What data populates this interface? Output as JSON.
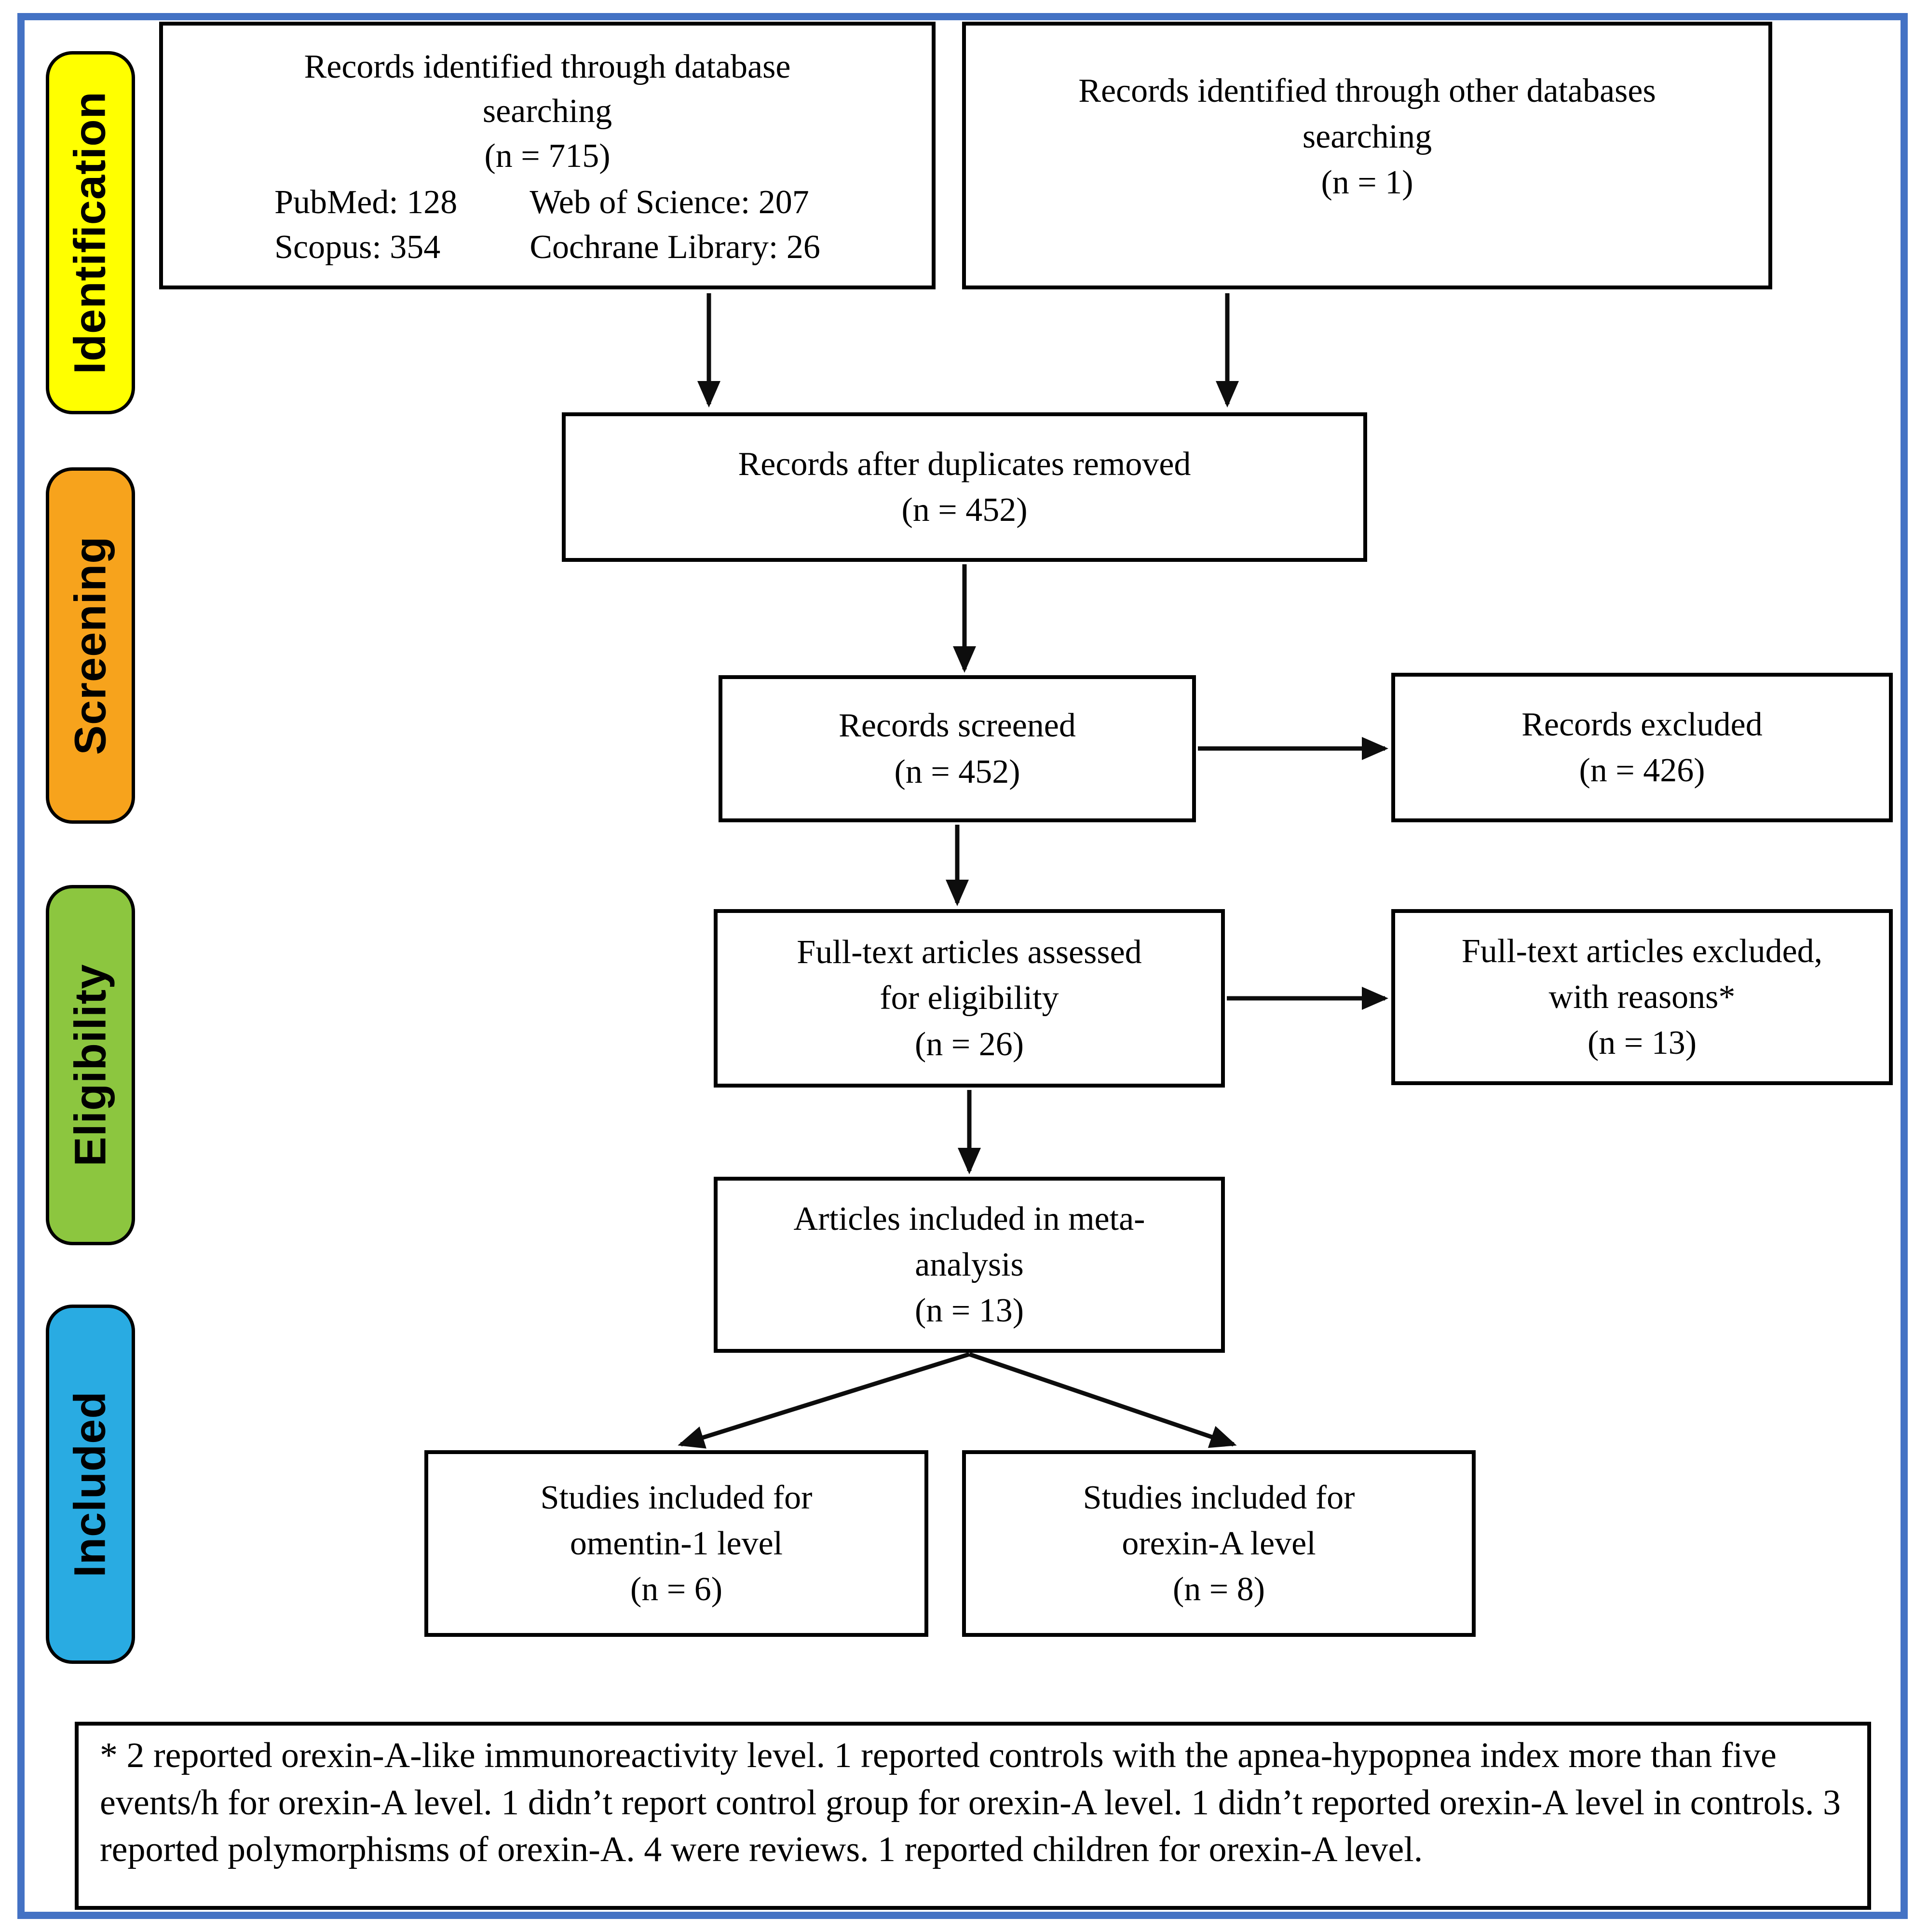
{
  "figure": {
    "type": "PRISMA flow diagram",
    "frame_color": "#4472C4",
    "box_border_color": "#000000",
    "stages": [
      {
        "label": "Identification",
        "color": "#FFFF00"
      },
      {
        "label": "Screening",
        "color": "#F7A31C"
      },
      {
        "label": "Eligibility",
        "color": "#8CC63F"
      },
      {
        "label": "Included",
        "color": "#29ABE2"
      }
    ],
    "boxes": {
      "db_search": {
        "lines": [
          "Records identified through database",
          "searching",
          "(n = 715)"
        ],
        "sources": [
          [
            "PubMed: 128",
            "Web of Science: 207"
          ],
          [
            "Scopus: 354",
            "Cochrane Library: 26"
          ]
        ]
      },
      "other_search": {
        "lines": [
          "Records identified through other databases",
          "searching",
          "(n = 1)"
        ]
      },
      "duplicates_removed": {
        "lines": [
          "Records after duplicates removed",
          "(n = 452)"
        ]
      },
      "screened": {
        "lines": [
          "Records screened",
          "(n = 452)"
        ]
      },
      "excluded": {
        "lines": [
          "Records excluded",
          "(n = 426)"
        ]
      },
      "fulltext_assessed": {
        "lines": [
          "Full-text articles assessed",
          "for eligibility",
          "(n = 26)"
        ]
      },
      "fulltext_excluded": {
        "lines": [
          "Full-text articles excluded,",
          "with reasons*",
          "(n = 13)"
        ]
      },
      "meta_analysis": {
        "lines": [
          "Articles included in meta-",
          "analysis",
          "(n = 13)"
        ]
      },
      "omentin": {
        "lines": [
          "Studies included for",
          "omentin-1 level",
          "(n = 6)"
        ]
      },
      "orexin": {
        "lines": [
          "Studies included for",
          "orexin-A level",
          "(n = 8)"
        ]
      }
    },
    "footnote": "* 2 reported orexin-A-like immunoreactivity level. 1 reported controls with the apnea-hypopnea index more than five events/h for orexin-A level. 1 didn’t report control group for orexin-A level. 1 didn’t reported orexin-A level in controls. 3 reported polymorphisms of orexin-A. 4 were reviews. 1 reported children for orexin-A level."
  }
}
